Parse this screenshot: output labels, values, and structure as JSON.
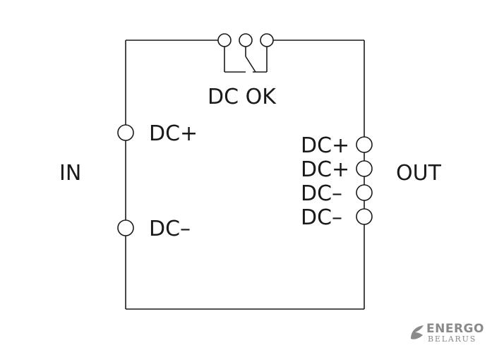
{
  "labels": {
    "relay": "DC OK",
    "input_side": "IN",
    "output_side": "OUT",
    "input_terminals": [
      "DC+",
      "DC–"
    ],
    "output_terminals": [
      "DC+",
      "DC+",
      "DC–",
      "DC–"
    ]
  },
  "logo": {
    "line1": "ENERGO",
    "line2": "BELARUS",
    "icon": "energo-leaf-icon"
  },
  "colors": {
    "line": "#1a1a1a",
    "logo": "#8a8a8a"
  }
}
